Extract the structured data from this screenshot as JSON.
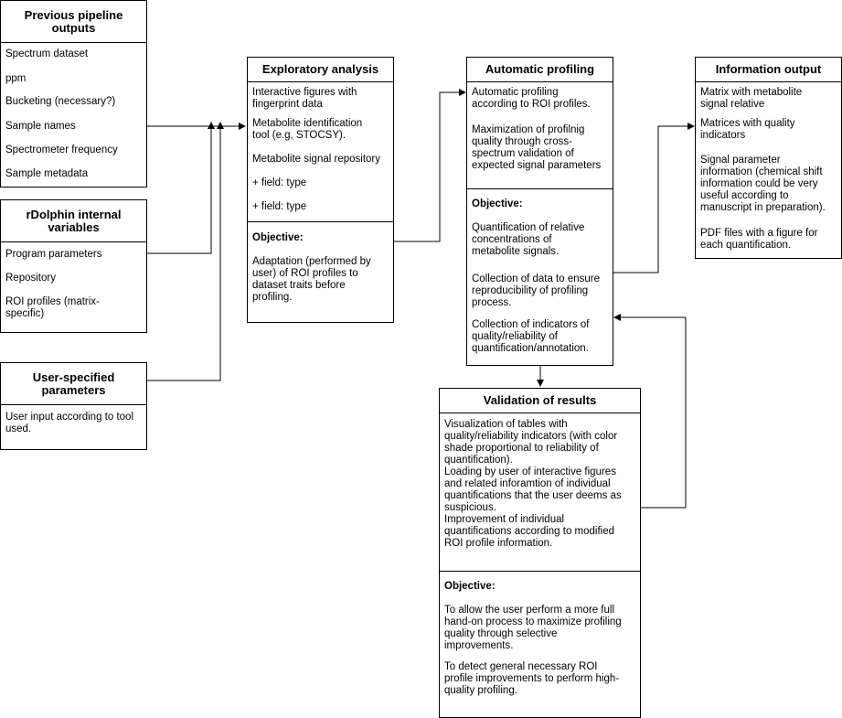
{
  "previous": {
    "title": "Previous pipeline\noutputs",
    "items": [
      "Spectrum dataset",
      "ppm",
      "Bucketing (necessary?)",
      "Sample names",
      "Spectrometer frequency",
      "Sample metadata"
    ]
  },
  "rdolphin": {
    "title": "rDolphin internal\nvariables",
    "items": [
      "Program parameters",
      "Repository",
      "ROI profiles (matrix-\nspecific)"
    ]
  },
  "user": {
    "title": "User-specified\nparameters",
    "items": [
      "User input according to tool\nused."
    ]
  },
  "exploratory": {
    "title": "Exploratory analysis",
    "items": [
      "Interactive figures with\nfingerprint data",
      "Metabolite identification\ntool (e.g, STOCSY).",
      "Metabolite signal repository",
      "+ field: type",
      "+ field: type"
    ],
    "objective_label": "Objective:",
    "objective": "Adaptation (performed by\nuser) of ROI profiles to\ndataset traits before\nprofiling."
  },
  "automatic": {
    "title": "Automatic profiling",
    "items": [
      "Automatic profiling\naccording to ROI profiles.",
      "Maximization of profilnig\nquality through cross-\nspectrum validation of\nexpected signal parameters"
    ],
    "objective_label": "Objective:",
    "objectives": [
      "Quantification of relative\nconcentrations of\nmetabolite signals.",
      "Collection of data to ensure\nreproducibility of profiling\nprocess.",
      "Collection of indicators of\nquality/reliability of\nquantification/annotation."
    ]
  },
  "information": {
    "title": "Information output",
    "items": [
      "Matrix with metabolite\nsignal relative",
      "Matrices with quality\nindicators",
      "Signal parameter\ninformation (chemical shift\ninformation could be very\nuseful according to\nmanuscript in preparation).",
      "PDF files with a figure for\neach quantification."
    ]
  },
  "validation": {
    "title": "Validation of results",
    "body": "Visualization of tables with\nquality/reliability indicators (with color\nshade proportional to reliability of\nquantification).\nLoading by user of interactive figures\nand related inforamtion of individual\nquantifications that the user deems as\nsuspicious.\nImprovement of individual\nquantifications according to modified\nROI profile information.",
    "objective_label": "Objective:",
    "objectives": [
      "To allow the user perform a more full\nhand-on process to maximize profiling\nquality through selective\nimprovements.",
      "To detect general necessary ROI\nprofile improvements to perform high-\nquality profiling."
    ]
  }
}
